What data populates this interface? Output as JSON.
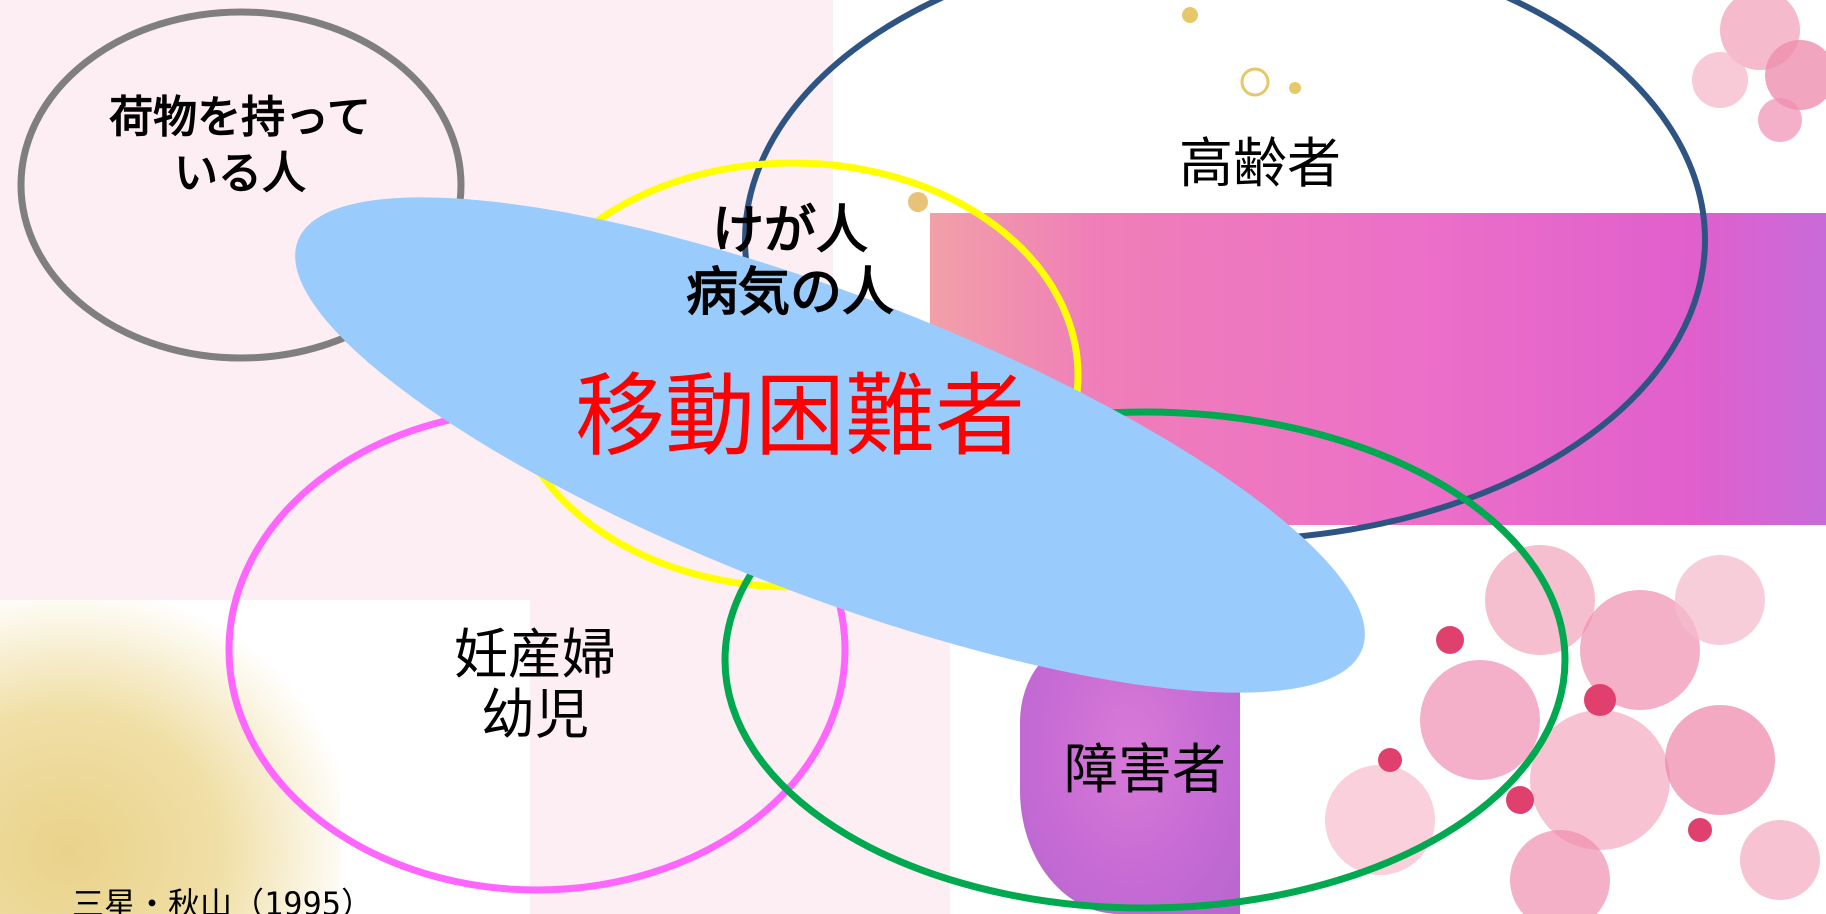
{
  "diagram": {
    "center_label": "移動困難者",
    "groups": [
      {
        "id": "luggage",
        "label": "荷物を持って\nいる人",
        "color": "#7f7f7f"
      },
      {
        "id": "elderly",
        "label": "高齢者",
        "color": "#2e5483"
      },
      {
        "id": "injured",
        "label": "けが人\n病気の人",
        "color": "#ffff00"
      },
      {
        "id": "pregnant",
        "label": "妊産婦\n幼児",
        "color": "#ff66ff"
      },
      {
        "id": "disabled",
        "label": "障害者",
        "color": "#00a94f"
      }
    ],
    "center_color": "#99cbfc",
    "center_text_color": "#ff0000"
  },
  "citation": "三星・秋山（1995）"
}
